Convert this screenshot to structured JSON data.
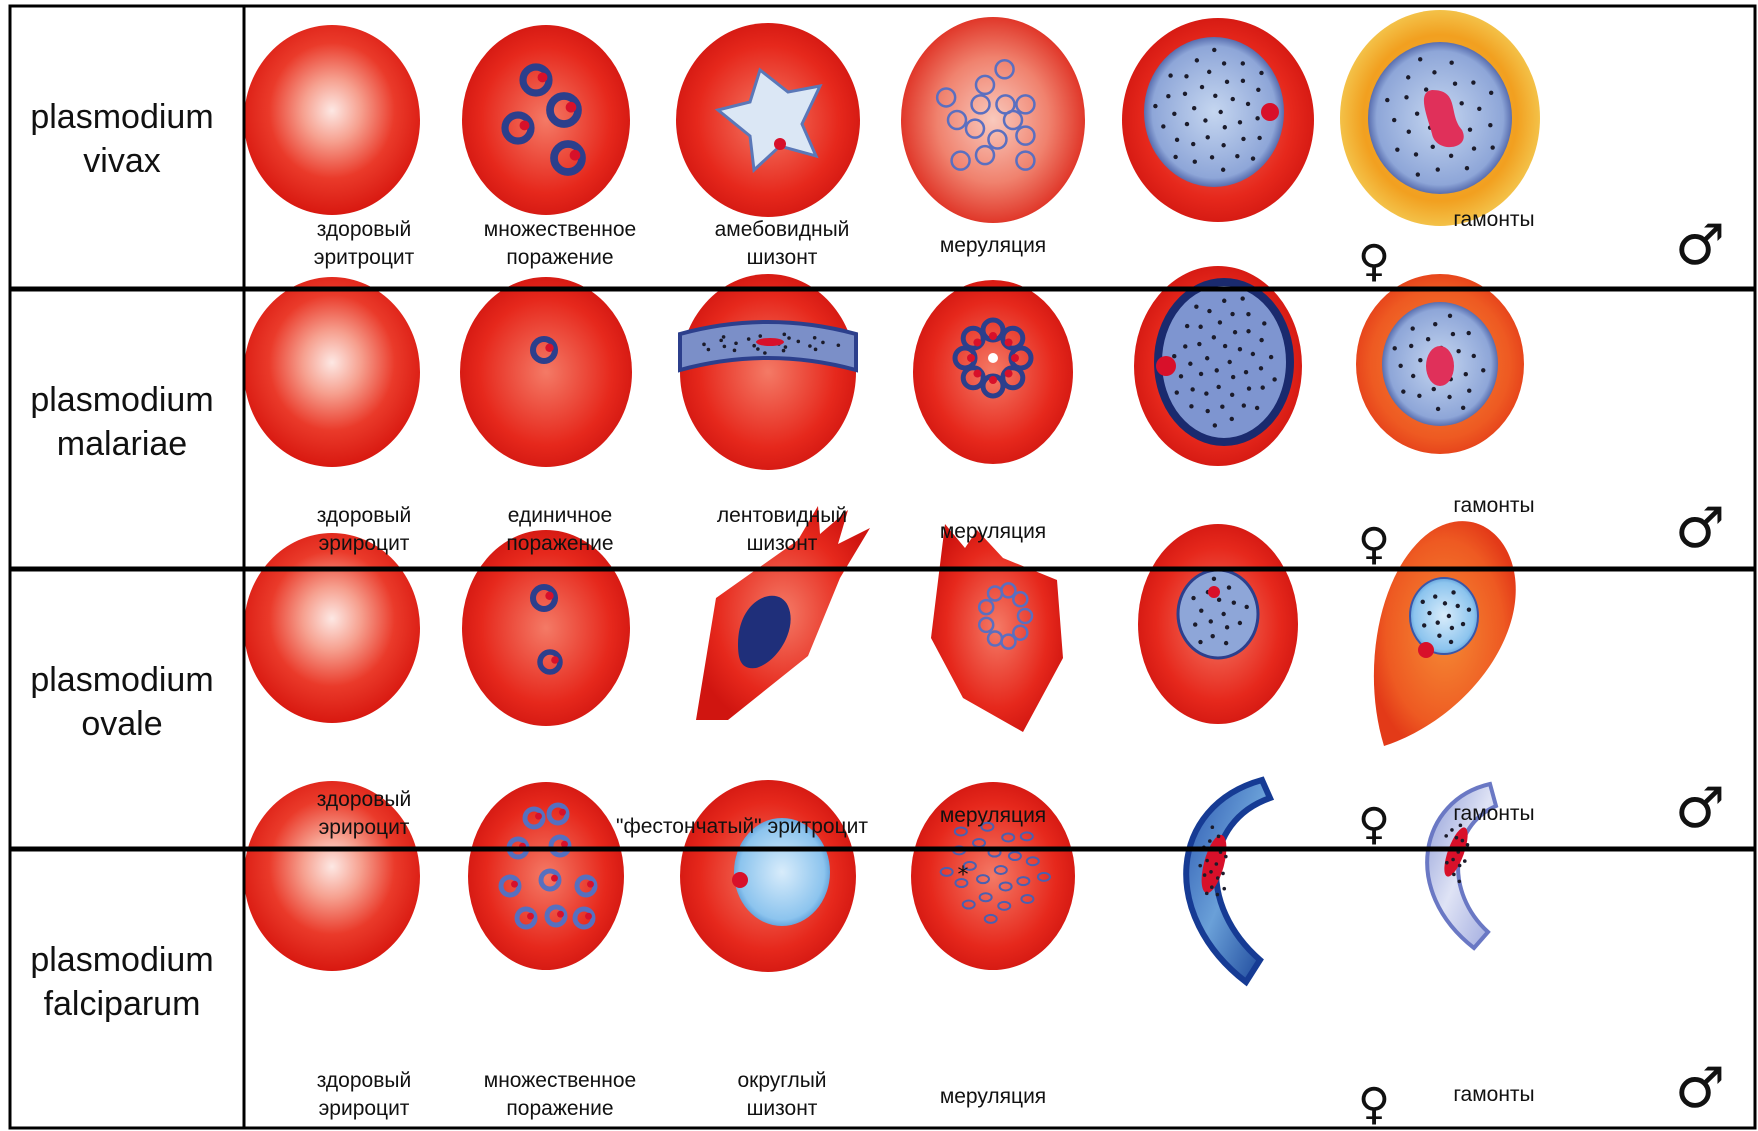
{
  "rows": [
    {
      "species": [
        "plasmodium",
        "vivax"
      ],
      "stages": [
        {
          "lines": [
            "здоровый",
            "эритроцит"
          ],
          "cell": "healthy"
        },
        {
          "lines": [
            "множественное",
            "поражение"
          ],
          "cell": "multi-rings"
        },
        {
          "lines": [
            "амебовидный",
            "шизонт"
          ],
          "cell": "amoeboid"
        },
        {
          "lines": [
            "меруляция"
          ],
          "cell": "merulation"
        },
        {
          "lines": [],
          "cell": "gam-female"
        },
        {
          "lines": [],
          "cell": "gam-male-yellow"
        }
      ],
      "female_symbol": "♀",
      "male_symbol": "♂",
      "gamonts_label": "гамонты"
    },
    {
      "species": [
        "plasmodium",
        "malariae"
      ],
      "stages": [
        {
          "lines": [
            "здоровый",
            "эрироцит"
          ],
          "cell": "healthy"
        },
        {
          "lines": [
            "единичное",
            "поражение"
          ],
          "cell": "single-ring"
        },
        {
          "lines": [
            "лентовидный",
            "шизонт"
          ],
          "cell": "band"
        },
        {
          "lines": [
            "меруляция"
          ],
          "cell": "rosette"
        },
        {
          "lines": [],
          "cell": "gam-female-dark"
        },
        {
          "lines": [],
          "cell": "gam-male-orange"
        }
      ],
      "female_symbol": "♀",
      "male_symbol": "♂",
      "gamonts_label": "гамонты"
    },
    {
      "species": [
        "plasmodium",
        "ovale"
      ],
      "stages": [
        {
          "lines": [
            "здоровый",
            "эрироцит"
          ],
          "cell": "healthy"
        },
        {
          "lines": [],
          "cell": "two-rings"
        },
        {
          "lines": [],
          "cell": "fringed-schizont"
        },
        {
          "lines": [
            "меруляция"
          ],
          "cell": "fringed-merulation"
        },
        {
          "lines": [],
          "cell": "gam-female-small"
        },
        {
          "lines": [],
          "cell": "gam-male-oval"
        }
      ],
      "mid_label": "\"фестончатый\" эритроцит",
      "female_symbol": "♀",
      "male_symbol": "♂",
      "gamonts_label": "гамонты"
    },
    {
      "species": [
        "plasmodium",
        "falciparum"
      ],
      "stages": [
        {
          "lines": [
            "здоровый",
            "эрироцит"
          ],
          "cell": "healthy"
        },
        {
          "lines": [
            "множественное",
            "поражение"
          ],
          "cell": "many-rings"
        },
        {
          "lines": [
            "округлый",
            "шизонт"
          ],
          "cell": "round-schizont"
        },
        {
          "lines": [
            "меруляция"
          ],
          "cell": "merulation-dense"
        },
        {
          "lines": [],
          "cell": "crescent-dark"
        },
        {
          "lines": [],
          "cell": "crescent-light"
        }
      ],
      "female_symbol": "♀",
      "male_symbol": "♂",
      "gamonts_label": "гамонты"
    }
  ],
  "colors": {
    "cell_red": "#e8221c",
    "cell_center": "#fbd6d0",
    "parasite_blue": "#2c3f8c",
    "cytoplasm_blue": "#9fb4dc",
    "nucleus_pink": "#e0305a",
    "border": "#000000"
  }
}
